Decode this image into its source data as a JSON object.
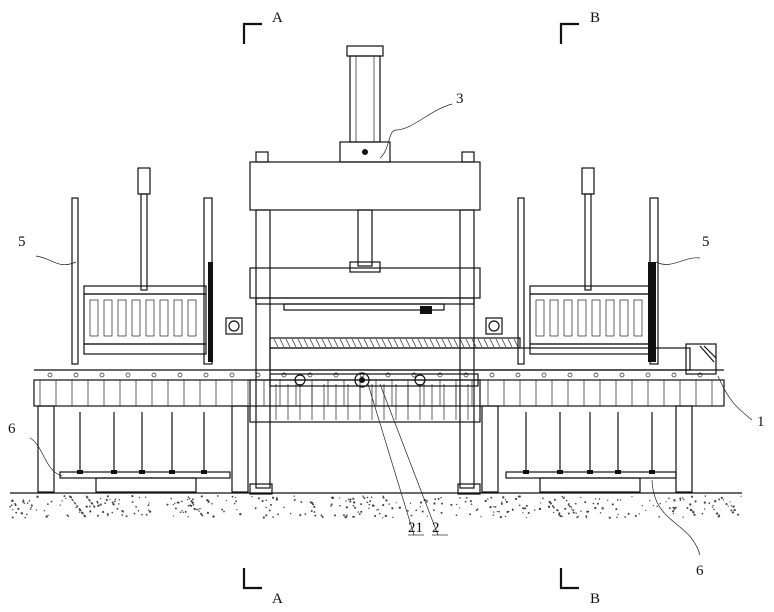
{
  "section_marks": {
    "top_left": "A",
    "top_right": "B",
    "bottom_left": "A",
    "bottom_right": "B"
  },
  "callouts": {
    "press": "3",
    "left_unit": "5",
    "right_unit": "5",
    "left_base": "6",
    "right_base": "6",
    "frame": "1",
    "carriage": "2",
    "carriage_sub": "21"
  }
}
